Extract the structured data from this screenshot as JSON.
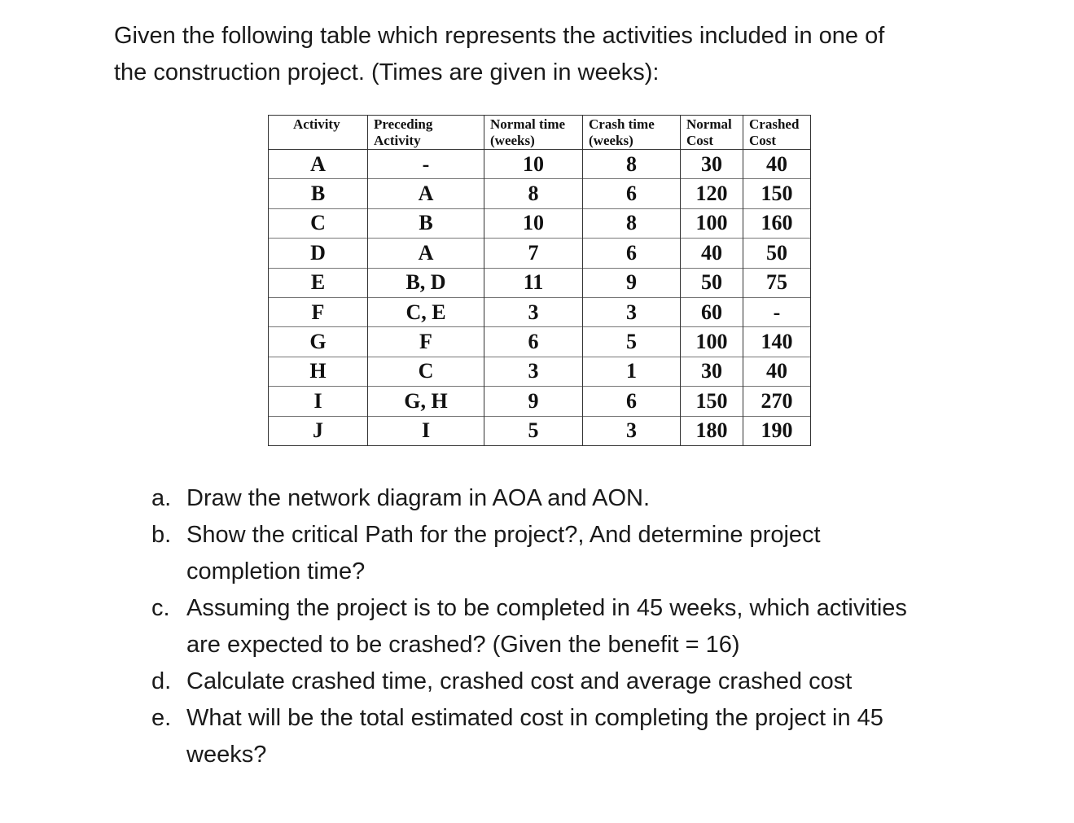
{
  "intro": {
    "line1": "Given the following table which represents the activities included in one of",
    "line2": "the construction project. (Times are given in weeks):"
  },
  "table": {
    "headers": {
      "activity": "Activity",
      "preceding_1": "Preceding",
      "preceding_2": "Activity",
      "normal_time_1": "Normal time",
      "normal_time_2": "(weeks)",
      "crash_time_1": "Crash time",
      "crash_time_2": "(weeks)",
      "normal_cost_1": "Normal",
      "normal_cost_2": "Cost",
      "crashed_cost_1": "Crashed",
      "crashed_cost_2": "Cost"
    },
    "rows": [
      {
        "activity": "A",
        "preceding": "-",
        "normal_time": "10",
        "crash_time": "8",
        "normal_cost": "30",
        "crashed_cost": "40"
      },
      {
        "activity": "B",
        "preceding": "A",
        "normal_time": "8",
        "crash_time": "6",
        "normal_cost": "120",
        "crashed_cost": "150"
      },
      {
        "activity": "C",
        "preceding": "B",
        "normal_time": "10",
        "crash_time": "8",
        "normal_cost": "100",
        "crashed_cost": "160"
      },
      {
        "activity": "D",
        "preceding": "A",
        "normal_time": "7",
        "crash_time": "6",
        "normal_cost": "40",
        "crashed_cost": "50"
      },
      {
        "activity": "E",
        "preceding": "B, D",
        "normal_time": "11",
        "crash_time": "9",
        "normal_cost": "50",
        "crashed_cost": "75"
      },
      {
        "activity": "F",
        "preceding": "C, E",
        "normal_time": "3",
        "crash_time": "3",
        "normal_cost": "60",
        "crashed_cost": "-"
      },
      {
        "activity": "G",
        "preceding": "F",
        "normal_time": "6",
        "crash_time": "5",
        "normal_cost": "100",
        "crashed_cost": "140"
      },
      {
        "activity": "H",
        "preceding": "C",
        "normal_time": "3",
        "crash_time": "1",
        "normal_cost": "30",
        "crashed_cost": "40"
      },
      {
        "activity": "I",
        "preceding": "G, H",
        "normal_time": "9",
        "crash_time": "6",
        "normal_cost": "150",
        "crashed_cost": "270"
      },
      {
        "activity": "J",
        "preceding": "I",
        "normal_time": "5",
        "crash_time": "3",
        "normal_cost": "180",
        "crashed_cost": "190"
      }
    ]
  },
  "questions": [
    {
      "marker": "a.",
      "lines": [
        "Draw the network diagram in AOA and AON."
      ]
    },
    {
      "marker": "b.",
      "lines": [
        "Show the critical Path for the project?, And determine project",
        "completion time?"
      ]
    },
    {
      "marker": "c.",
      "lines": [
        "Assuming the project is to be completed in 45 weeks, which activities",
        "are expected to be crashed? (Given the benefit = 16)"
      ]
    },
    {
      "marker": "d.",
      "lines": [
        "Calculate crashed time, crashed cost and average crashed cost"
      ]
    },
    {
      "marker": "e.",
      "lines": [
        "What will be the total estimated cost in completing the project in 45",
        "weeks?"
      ]
    }
  ]
}
